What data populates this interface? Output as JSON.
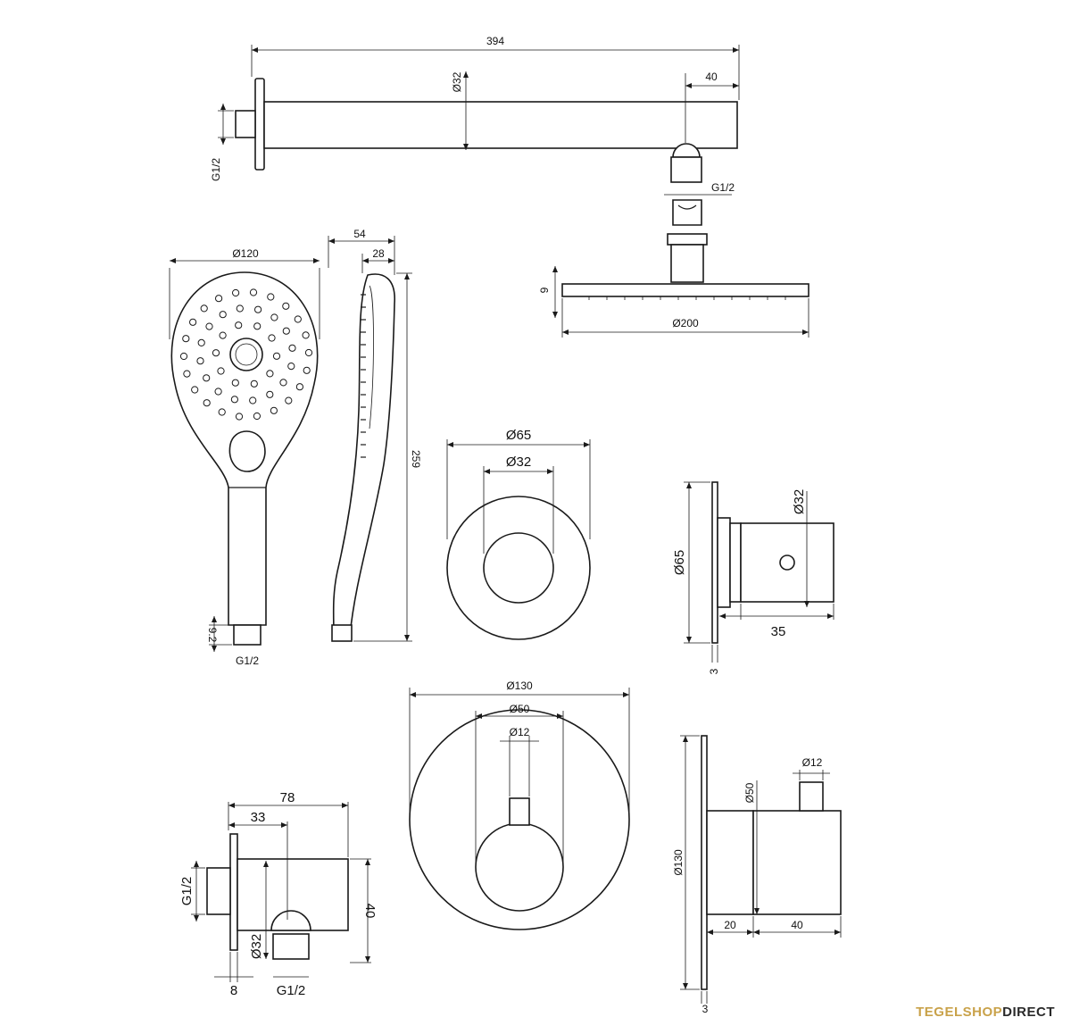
{
  "brand": {
    "part1": "TEGELSHOP",
    "part2": "DIRECT",
    "accent": "#c9a24a",
    "dark": "#2a2a2a"
  },
  "shower_arm": {
    "length": "394",
    "diameter": "Ø32",
    "offset": "40",
    "thread_wall": "G1/2",
    "thread_outlet": "G1/2"
  },
  "rain_head": {
    "height": "9",
    "diameter": "Ø200"
  },
  "hand_shower": {
    "diameter": "Ø120",
    "thread_h": "9.2",
    "thread": "G1/2",
    "depth": "54",
    "neck": "28",
    "length": "259"
  },
  "rosette": {
    "outer": "Ø65",
    "inner": "Ø32"
  },
  "stop_valve": {
    "rosette": "Ø65",
    "knob": "Ø32",
    "length": "35",
    "plate": "3"
  },
  "wall_outlet": {
    "length": "78",
    "offset": "33",
    "thread_wall": "G1/2",
    "height": "40",
    "diameter": "Ø32",
    "plate": "8",
    "thread_outlet": "G1/2"
  },
  "thermostat_front": {
    "outer": "Ø130",
    "knob": "Ø50",
    "stem": "Ø12"
  },
  "thermostat_side": {
    "plate_dia": "Ø130",
    "knob": "Ø50",
    "stem": "Ø12",
    "depth1": "20",
    "depth2": "40",
    "plate": "3"
  }
}
